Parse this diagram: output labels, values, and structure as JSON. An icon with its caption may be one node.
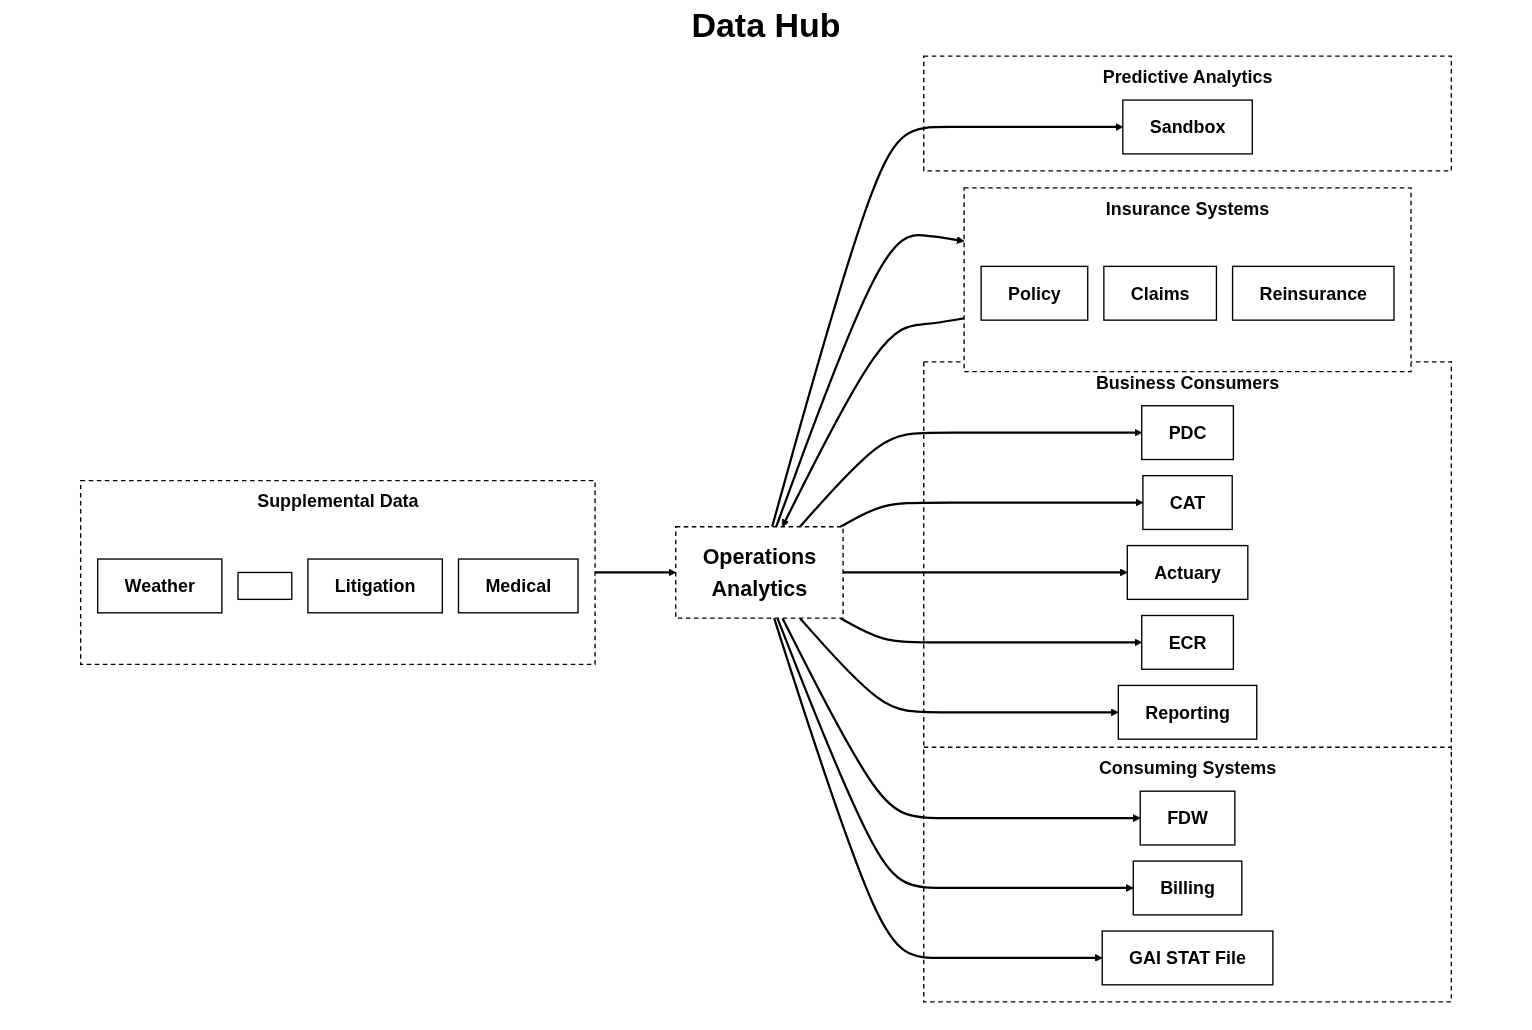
{
  "diagram": {
    "title": "Data Hub",
    "nodes": [
      {
        "text": [
          "Insurance Systems"
        ]
      },
      {
        "text": [
          "Policy"
        ],
        "in": 0
      },
      {
        "text": [
          "Claims"
        ],
        "in": 0
      },
      {
        "text": [
          "Reinsurance"
        ],
        "in": 0
      },
      {
        "text": [
          "Supplemental Data"
        ]
      },
      {
        "text": [
          "Weather"
        ],
        "in": 4
      },
      {
        "text": [],
        "shape": "box",
        "in": 4
      },
      {
        "text": [
          "Litigation"
        ],
        "in": 4
      },
      {
        "text": [
          "Medical"
        ],
        "in": 4
      },
      {
        "text": [
          "Operations",
          "Analytics"
        ]
      },
      {
        "text": [
          "Consuming Systems"
        ]
      },
      {
        "text": [
          "FDW"
        ],
        "in": 10
      },
      {
        "text": [
          "Billing"
        ],
        "in": 10
      },
      {
        "text": [
          "GAI STAT File"
        ],
        "in": 10
      },
      {
        "text": [
          "Business Consumers"
        ]
      },
      {
        "text": [
          "PDC"
        ],
        "in": 14
      },
      {
        "text": [
          "CAT"
        ],
        "in": 14
      },
      {
        "text": [
          "Actuary"
        ],
        "in": 14
      },
      {
        "text": [
          "ECR"
        ],
        "in": 14
      },
      {
        "text": [
          "Reporting"
        ],
        "in": 14
      },
      {
        "text": [
          "Predictive Analytics"
        ]
      },
      {
        "text": [
          "Sandbox"
        ],
        "in": 20
      }
    ],
    "edges": [
      {
        "from": 0,
        "to": 9,
        "arrow": "to"
      },
      {
        "from": 9,
        "to": 0,
        "arrow": "to"
      },
      {
        "from": 4,
        "to": 9,
        "arrow": "to"
      },
      {
        "from": 9,
        "to": 11,
        "arrow": "to"
      },
      {
        "from": 9,
        "to": 12,
        "arrow": "to"
      },
      {
        "from": 9,
        "to": 13,
        "arrow": "to"
      },
      {
        "from": 9,
        "to": 15,
        "arrow": "to"
      },
      {
        "from": 9,
        "to": 16,
        "arrow": "to"
      },
      {
        "from": 9,
        "to": 17,
        "arrow": "to"
      },
      {
        "from": 9,
        "to": 18,
        "arrow": "to"
      },
      {
        "from": 9,
        "to": 19,
        "arrow": "to"
      },
      {
        "from": 9,
        "to": 21,
        "arrow": "to"
      }
    ]
  }
}
